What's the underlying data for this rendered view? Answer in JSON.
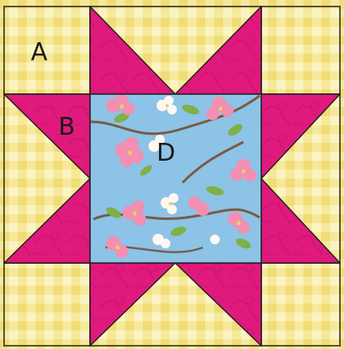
{
  "labels": {
    "a": "A",
    "b": "B",
    "d": "D"
  },
  "colors": {
    "gingham_base": "#fbf3c4",
    "gingham_stripe": "#f4e58c",
    "gingham_cross": "#ecd668",
    "star_pink": "#e0197d",
    "star_pink_dark": "#b80f63",
    "sky_blue": "#8cc3e6",
    "blossom_pink": "#f28fb3",
    "blossom_white": "#fff7f2",
    "leaf_green": "#7fb04a",
    "branch_brown": "#7a5a45",
    "outline": "#1f1f1f"
  }
}
